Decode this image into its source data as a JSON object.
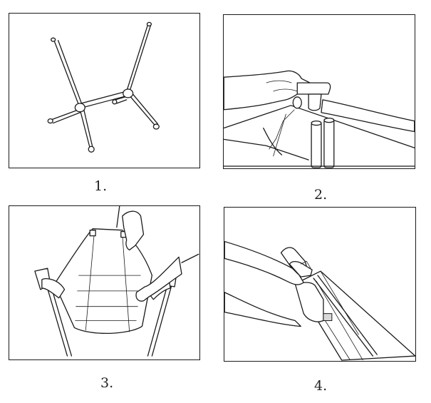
{
  "steps": [
    {
      "label": "1.",
      "illustration": "frame-assembly-icon"
    },
    {
      "label": "2.",
      "illustration": "hand-cap-insert-icon"
    },
    {
      "label": "3.",
      "illustration": "seat-fabric-attach-icon"
    },
    {
      "label": "4.",
      "illustration": "hand-pocket-icon"
    }
  ]
}
